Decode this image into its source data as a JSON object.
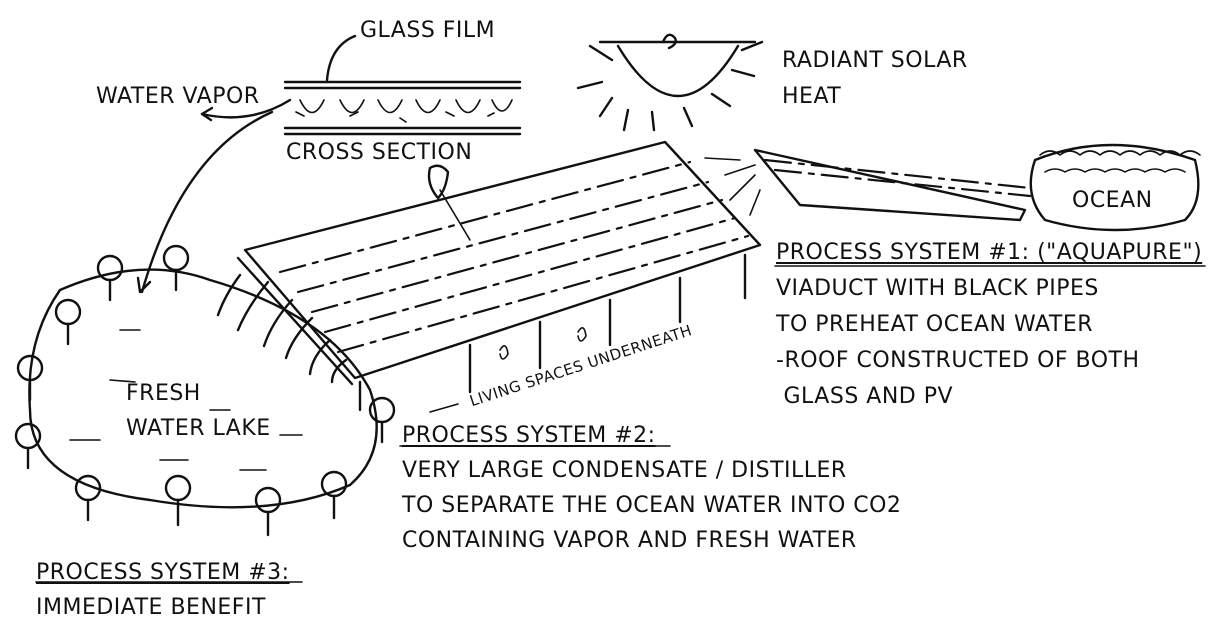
{
  "labels": {
    "glass_film": "GLASS FILM",
    "water_vapor": "WATER VAPOR",
    "cross_section": "CROSS SECTION",
    "radiant_solar": "RADIANT SOLAR",
    "heat": "HEAT",
    "ocean": "OCEAN",
    "living_spaces": "LIVING SPACES UNDERNEATH",
    "fresh": "FRESH",
    "water_lake": "WATER LAKE"
  },
  "process1": {
    "title": "PROCESS SYSTEM #1: (\"AQUAPURE\")",
    "lines": [
      "VIADUCT WITH BLACK PIPES",
      "TO PREHEAT OCEAN WATER",
      "-ROOF CONSTRUCTED OF BOTH",
      " GLASS AND PV"
    ]
  },
  "process2": {
    "title": "PROCESS SYSTEM #2:",
    "lines": [
      "VERY LARGE CONDENSATE / DISTILLER",
      "TO SEPARATE THE OCEAN WATER INTO CO2",
      "CONTAINING VAPOR AND FRESH WATER"
    ]
  },
  "process3": {
    "title": "PROCESS SYSTEM #3:",
    "lines": [
      "IMMEDIATE BENEFIT"
    ]
  }
}
